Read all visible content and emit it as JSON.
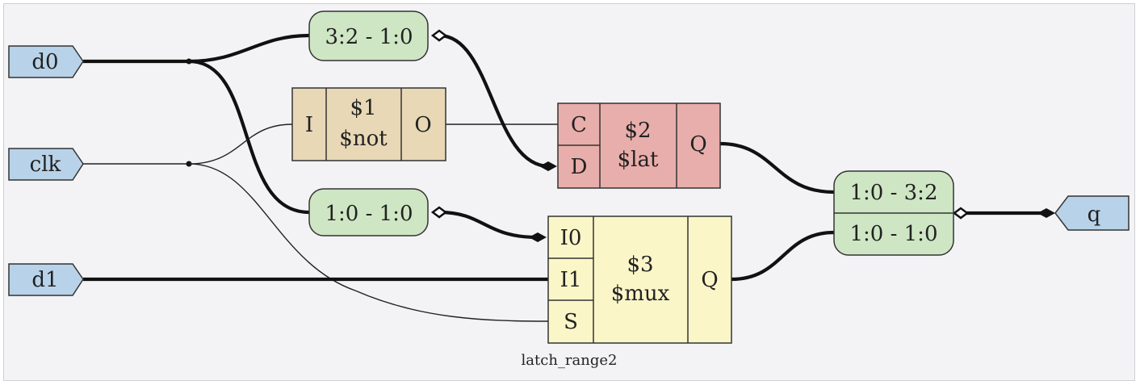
{
  "ports": {
    "d0": "d0",
    "clk": "clk",
    "d1": "d1",
    "q": "q"
  },
  "slices": {
    "s_top": "3:2 - 1:0",
    "s_mid": "1:0 - 1:0",
    "join_a": "1:0 - 3:2",
    "join_b": "1:0 - 1:0"
  },
  "cells": {
    "not": {
      "id": "$1",
      "type": "$not",
      "pin_in": "I",
      "pin_out": "O"
    },
    "lat": {
      "id": "$2",
      "type": "$lat",
      "pin_c": "C",
      "pin_d": "D",
      "pin_q": "Q"
    },
    "mux": {
      "id": "$3",
      "type": "$mux",
      "pin_i0": "I0",
      "pin_i1": "I1",
      "pin_s": "S",
      "pin_q": "Q"
    }
  },
  "caption": "latch_range2",
  "colors": {
    "port": "#b8d3e9",
    "slice": "#cfe6c4",
    "not_cell": "#e8d8b6",
    "lat_cell": "#e8aeab",
    "mux_cell": "#fbf6c8",
    "wire": "#111111",
    "background": "#f3f3f6"
  }
}
